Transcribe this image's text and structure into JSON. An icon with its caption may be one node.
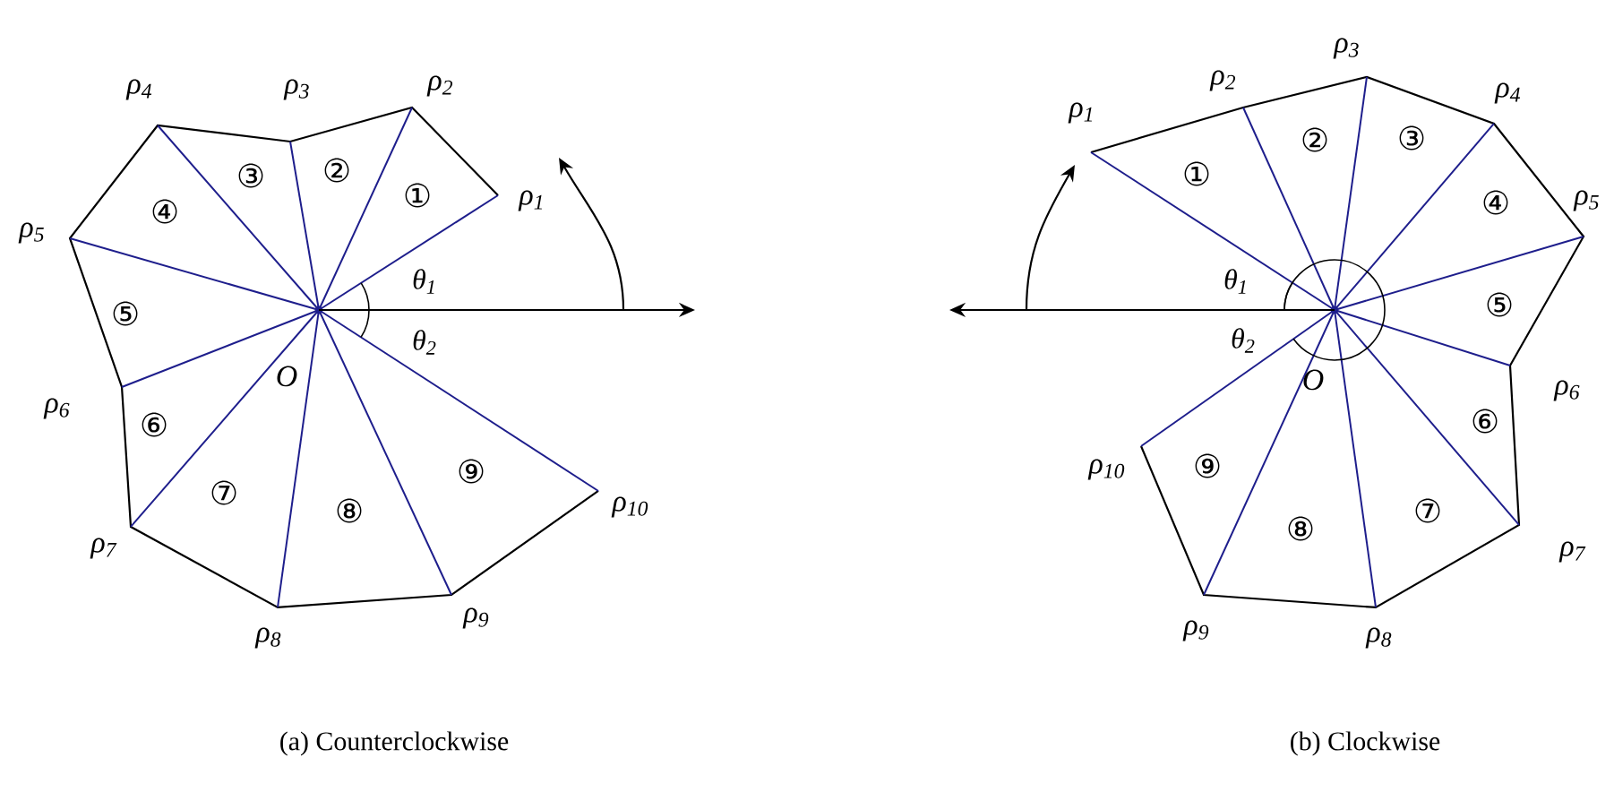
{
  "diagram": {
    "labels": [
      "ρ$_{1}$",
      "ρ$_{2}$",
      "ρ$_{3}$",
      "ρ$_{4}$",
      "ρ$_{5}$",
      "ρ$_{6}$",
      "ρ$_{7}$",
      "ρ$_{8}$",
      "ρ$_{9}$",
      "ρ$_{10}$",
      "①",
      "②",
      "③",
      "④",
      "⑤",
      "⑥",
      "⑦",
      "⑧",
      "⑨",
      "θ$_{1}$",
      "θ$_{2}$",
      "O",
      "(a) Counterclockwise",
      "ρ$_{1}$",
      "ρ$_{2}$",
      "ρ$_{3}$",
      "ρ$_{4}$",
      "ρ$_{5}$",
      "ρ$_{6}$",
      "ρ$_{7}$",
      "ρ$_{8}$",
      "ρ$_{9}$",
      "ρ$_{10}$",
      "①",
      "②",
      "③",
      "④",
      "⑤",
      "⑥",
      "⑦",
      "⑧",
      "⑨",
      "θ$_{1}$",
      "θ$_{2}$",
      "O",
      "(b) Clockwise"
    ]
  }
}
